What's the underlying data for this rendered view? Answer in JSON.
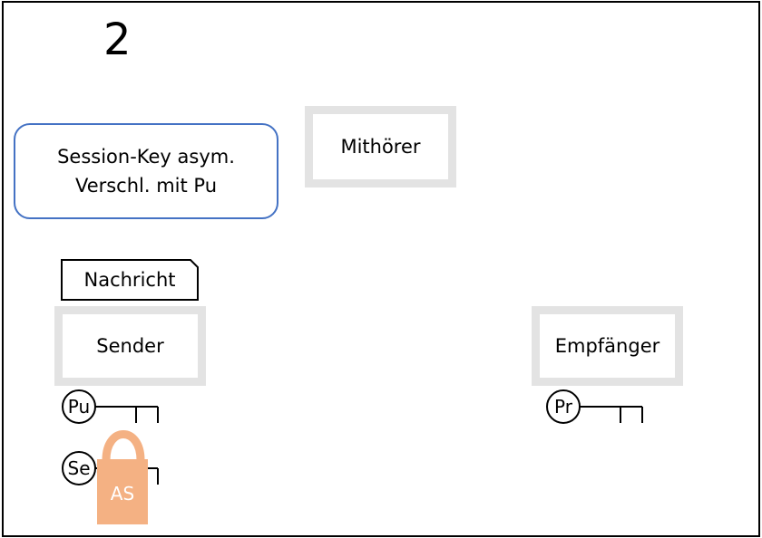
{
  "page": {
    "number": "2"
  },
  "info_box": {
    "line1": "Session-Key asym.",
    "line2": "Verschl. mit Pu"
  },
  "parties": {
    "eavesdropper": "Mithörer",
    "sender": "Sender",
    "receiver": "Empfänger"
  },
  "message": {
    "label": "Nachricht"
  },
  "keys": {
    "sender_public": "Pu",
    "sender_session": "Se",
    "receiver_private": "Pr"
  },
  "lock_bag": {
    "label": "AS"
  },
  "colors": {
    "info_border": "#4472c4",
    "party_border": "#e3e3e3",
    "bag_fill": "#f4b183"
  }
}
